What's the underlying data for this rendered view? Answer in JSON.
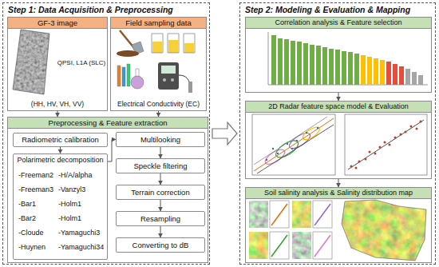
{
  "diagram": {
    "nodes": [
      {
        "text": [
          "Step 1: Data Acquisition & Preprocessing"
        ]
      },
      {
        "text": [
          "GF-3 image",
          "QPSI, L1A (SLC)",
          "(HH, HV, VH, VV)"
        ],
        "in": 0
      },
      {
        "text": [
          "Field sampling data",
          "Electrical Conductivity (EC)"
        ],
        "in": 0
      },
      {
        "text": [
          "Preprocessing & Feature extraction"
        ],
        "in": 0
      },
      {
        "text": [
          "Radiometric calibration"
        ],
        "in": 3
      },
      {
        "text": [
          "Polarimetric decomposition",
          "-Freeman2",
          "-Freeman3",
          "-Bar1",
          "-Bar2",
          "-Cloude",
          "-Huynen",
          "-H/A/alpha",
          "-Vanzyl3",
          "-Holm1",
          "-Holm1",
          "-Yamaguchi3",
          "-Yamaguchi34"
        ],
        "in": 3
      },
      {
        "text": [
          "Multilooking"
        ],
        "in": 3
      },
      {
        "text": [
          "Speckle filtering"
        ],
        "in": 3
      },
      {
        "text": [
          "Terrain correction"
        ],
        "in": 3
      },
      {
        "text": [
          "Resampling"
        ],
        "in": 3
      },
      {
        "text": [
          "Converting to dB"
        ],
        "in": 3
      },
      {
        "text": [
          "Step 2: Modeling & Evaluation & Mapping"
        ]
      },
      {
        "text": [
          "Correlation analysis & Feature selection"
        ],
        "in": 11
      },
      {
        "text": [
          "2D Radar feature space model & Evaluation"
        ],
        "in": 11
      },
      {
        "text": [
          "Soil salinity analysis & Salinity distribution map"
        ],
        "in": 11
      }
    ],
    "edges": [
      {
        "from": 1,
        "to": 3,
        "arrow": "to"
      },
      {
        "from": 2,
        "to": 3,
        "arrow": "to"
      },
      {
        "from": 4,
        "to": 5,
        "arrow": "to"
      },
      {
        "from": 5,
        "to": 6,
        "arrow": "to"
      },
      {
        "from": 6,
        "to": 7,
        "arrow": "to"
      },
      {
        "from": 7,
        "to": 8,
        "arrow": "to"
      },
      {
        "from": 8,
        "to": 9,
        "arrow": "to"
      },
      {
        "from": 9,
        "to": 10,
        "arrow": "to"
      },
      {
        "from": 0,
        "to": 11,
        "arrow": "to"
      },
      {
        "from": 12,
        "to": 13,
        "arrow": "to"
      },
      {
        "from": 13,
        "to": 14,
        "arrow": "to"
      }
    ]
  }
}
